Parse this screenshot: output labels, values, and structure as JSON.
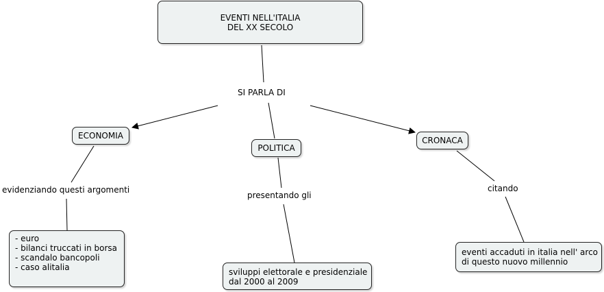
{
  "title_node": {
    "lines": [
      "EVENTI NELL'ITALIA",
      "DEL XX SECOLO"
    ]
  },
  "link_labels": {
    "si_parla_di": "SI PARLA DI",
    "evidenziando": "evidenziando questi argomenti",
    "presentando": "presentando gli",
    "citando": "citando"
  },
  "topic_nodes": {
    "economia": "ECONOMIA",
    "politica": "POLITICA",
    "cronaca": "CRONACA"
  },
  "detail_nodes": {
    "economia_items": [
      "- euro",
      "- bilanci truccati in borsa",
      "- scandalo bancopoli",
      "- caso alitalia"
    ],
    "politica_lines": [
      "sviluppi elettorale e presidenziale",
      "dal 2000 al 2009"
    ],
    "cronaca_lines": [
      "eventi accaduti in italia nell' arco",
      "di questo nuovo millennio"
    ]
  },
  "colors": {
    "node_fill": "#eef2f2",
    "node_border": "#222222",
    "line_color": "#000000"
  }
}
